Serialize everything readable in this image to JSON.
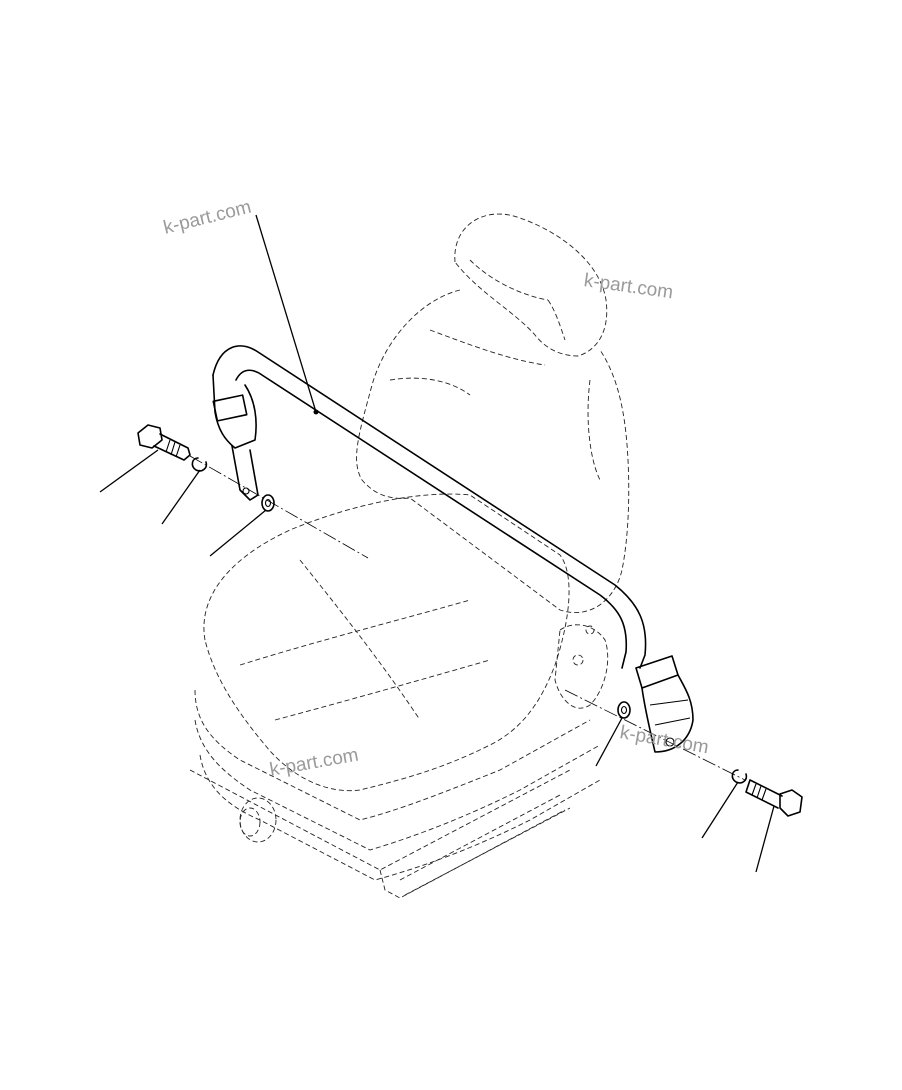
{
  "watermarks": {
    "w1": "k-part.com",
    "w2": "k-part.com",
    "w3": "k-part.com",
    "w4": "k-part.com"
  },
  "colors": {
    "line": "#000000",
    "hidden_line": "#222222",
    "watermark": "#9a9a9a",
    "background": "#ffffff"
  }
}
